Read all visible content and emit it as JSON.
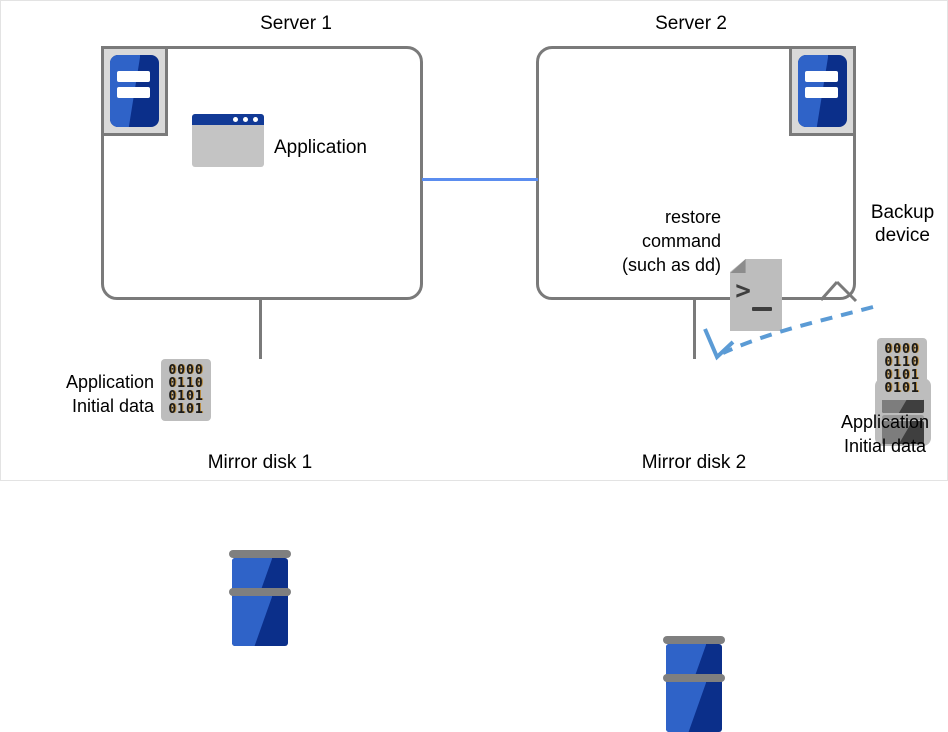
{
  "diagram": {
    "title_server1": "Server 1",
    "title_server2": "Server 2",
    "application_label": "Application",
    "restore_line1": "restore",
    "restore_line2": "command",
    "restore_line3": "(such as dd)",
    "backup_device_line1": "Backup",
    "backup_device_line2": "device",
    "mirror_disk_1": "Mirror disk 1",
    "mirror_disk_2": "Mirror disk 2",
    "app_initial_data_left_line1": "Application",
    "app_initial_data_left_line2": "Initial data",
    "app_initial_data_right_line1": "Application",
    "app_initial_data_right_line2": "Initial data",
    "binary_left": [
      "0000",
      "0110",
      "0101",
      "0101"
    ],
    "binary_right": [
      "0000",
      "0110",
      "0101",
      "0101"
    ],
    "terminal_prompt": ">",
    "colors": {
      "server_blue_dark": "#0b2f8a",
      "server_blue_light": "#2f63c8",
      "outline_gray": "#7a7a7a",
      "icon_plate_gray": "#d9d9d9",
      "link_blue": "#5b8def",
      "restore_arrow_blue": "#5b9bd5",
      "app_window_gray": "#c4c4c4",
      "app_titlebar_blue": "#123a96"
    }
  }
}
